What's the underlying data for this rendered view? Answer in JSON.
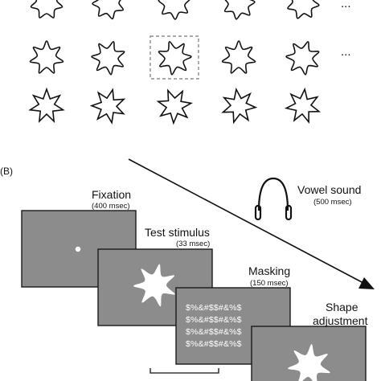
{
  "panel_b_label": "(B)",
  "shape_grid": {
    "ellipsis": "..."
  },
  "sequence": {
    "fixation": {
      "title": "Fixation",
      "duration": "(400 msec)"
    },
    "test_stimulus": {
      "title": "Test stimulus",
      "duration": "(33 msec)"
    },
    "masking": {
      "title": "Masking",
      "duration": "(150 msec)",
      "mask_lines": [
        "$%&#$$#&%$",
        "$%&#$$#&%$",
        "$%&#$$#&%$",
        "$%&#$$#&%$"
      ]
    },
    "shape_adjustment": {
      "title_line1": "Shape",
      "title_line2": "adjustment"
    },
    "vowel_sound": {
      "title": "Vowel sound",
      "duration": "(500 msec)"
    }
  },
  "colors": {
    "screen_fill": "#8c8c8c",
    "screen_border": "#1a1a1a",
    "stimulus": "#ffffff"
  }
}
